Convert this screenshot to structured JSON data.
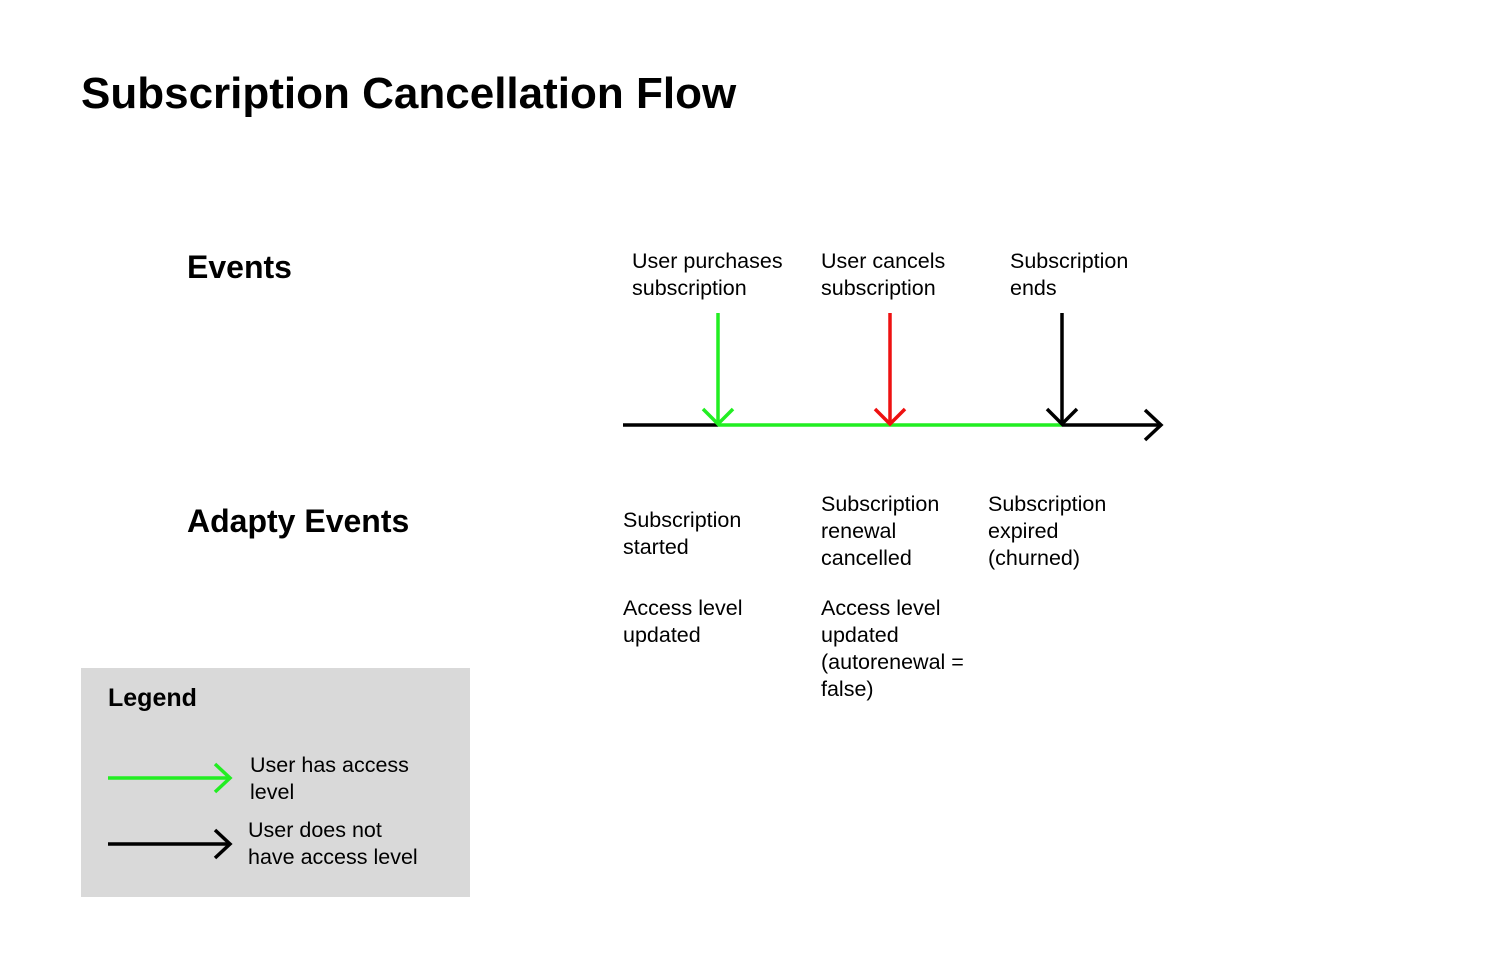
{
  "title": "Subscription Cancellation Flow",
  "sections": {
    "events": "Events",
    "adapty_events": "Adapty Events"
  },
  "events": [
    {
      "label": "User purchases\nsubscription",
      "color": "#22ee22"
    },
    {
      "label": "User cancels\nsubscription",
      "color": "#ee1111"
    },
    {
      "label": "Subscription\nends",
      "color": "#000000"
    }
  ],
  "adapty_events": {
    "col1": [
      "Subscription\nstarted",
      "Access level\nupdated"
    ],
    "col2": [
      "Subscription\nrenewal\ncancelled",
      "Access level\nupdated\n(autorenewal =\nfalse)"
    ],
    "col3": [
      "Subscription\nexpired\n(churned)"
    ]
  },
  "legend": {
    "title": "Legend",
    "items": [
      {
        "label": "User has access\nlevel",
        "color": "#22ee22"
      },
      {
        "label": "User does not\nhave access level",
        "color": "#000000"
      }
    ]
  },
  "colors": {
    "access": "#22ee22",
    "cancel": "#ee1111",
    "no_access": "#000000",
    "legend_bg": "#d9d9d9"
  }
}
